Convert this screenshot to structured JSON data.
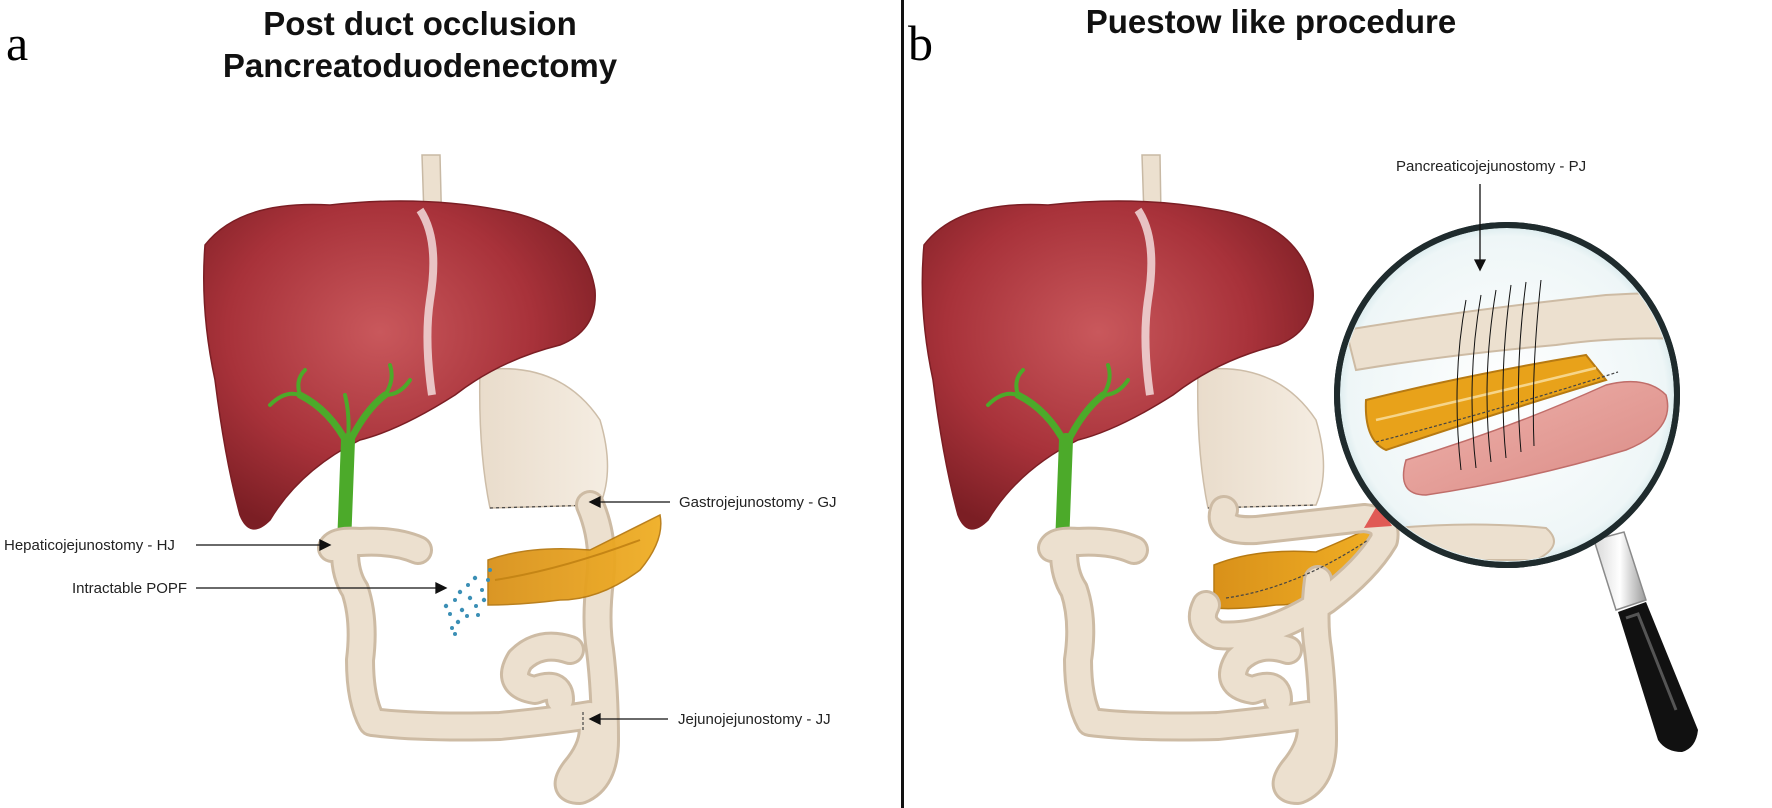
{
  "panel_a": {
    "letter": "a",
    "title_line1": "Post duct occlusion",
    "title_line2": "Pancreatoduodenectomy",
    "labels": {
      "gj": "Gastrojejunostomy - GJ",
      "hj": "Hepaticojejunostomy - HJ",
      "popf": "Intractable POPF",
      "jj": "Jejunojejunostomy - JJ"
    }
  },
  "panel_b": {
    "letter": "b",
    "title": "Puestow like procedure",
    "labels": {
      "pj": "Pancreaticojejunostomy - PJ"
    }
  },
  "colors": {
    "liver": "#a8323a",
    "bile_duct": "#4caa2a",
    "bowel": "#ece0cf",
    "pancreas": "#e8a21a",
    "leak": "#3b8fb5",
    "pointer": "#e05a55"
  }
}
